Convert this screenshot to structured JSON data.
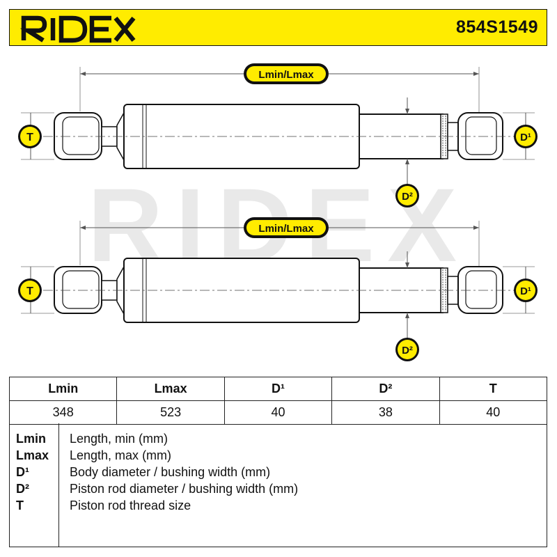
{
  "header": {
    "brand": "RIDEX",
    "part_number": "854S1549",
    "accent_color": "#ffec00"
  },
  "drawing": {
    "watermark": "RIDEX",
    "dimension_label": "Lmin/Lmax",
    "label_t": "T",
    "label_d1": "D¹",
    "label_d2": "D²"
  },
  "table": {
    "headers": [
      "Lmin",
      "Lmax",
      "D¹",
      "D²",
      "T"
    ],
    "values": [
      "348",
      "523",
      "40",
      "38",
      "40"
    ]
  },
  "legend": [
    {
      "key": "Lmin",
      "desc": "Length, min (mm)"
    },
    {
      "key": "Lmax",
      "desc": "Length, max (mm)"
    },
    {
      "key": "D¹",
      "desc": "Body diameter / bushing width (mm)"
    },
    {
      "key": "D²",
      "desc": "Piston rod diameter / bushing width (mm)"
    },
    {
      "key": "T",
      "desc": "Piston rod thread size"
    }
  ]
}
